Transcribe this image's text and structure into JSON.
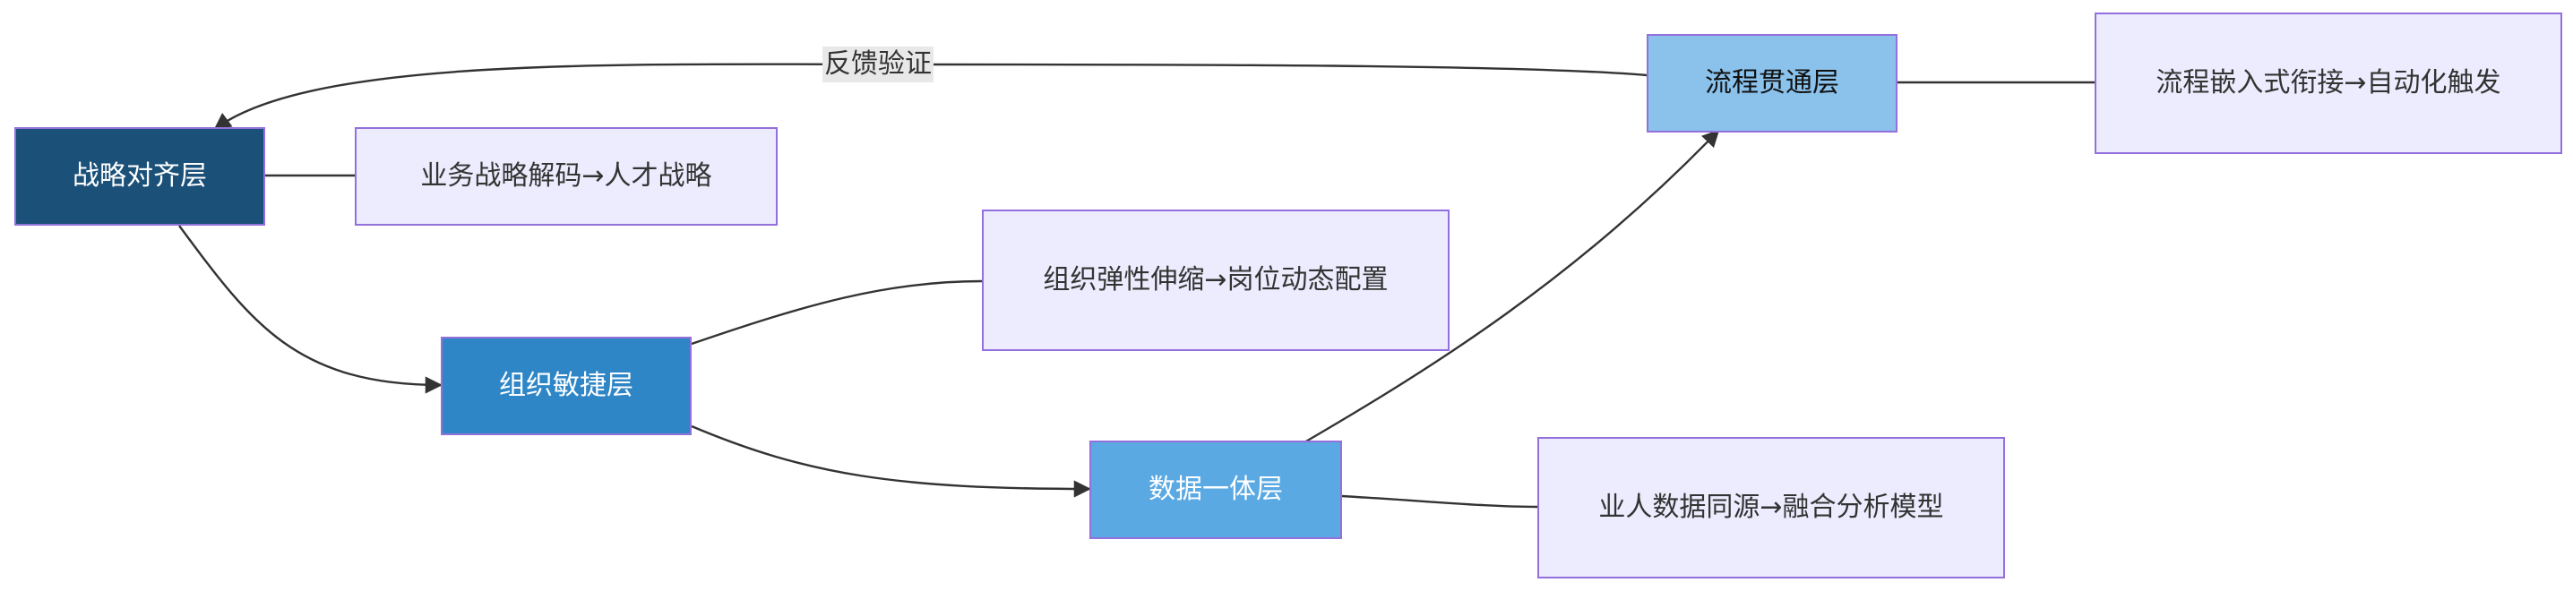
{
  "nodes": {
    "strategy": {
      "label": "战略对齐层",
      "fill": "#1b5079"
    },
    "strategy_desc": {
      "label": "业务战略解码→人才战略"
    },
    "org": {
      "label": "组织敏捷层",
      "fill": "#2f86c6"
    },
    "org_desc": {
      "label": "组织弹性伸缩→岗位动态配置"
    },
    "data": {
      "label": "数据一体层",
      "fill": "#5aa9e3"
    },
    "data_desc": {
      "label": "业人数据同源→融合分析模型"
    },
    "process": {
      "label": "流程贯通层",
      "fill": "#8ac2ec"
    },
    "process_desc": {
      "label": "流程嵌入式衔接→自动化触发"
    }
  },
  "edges": {
    "feedback_label": "反馈验证"
  },
  "colors": {
    "desc_fill": "#ececfe",
    "border": "#9370db",
    "edge": "#333333"
  }
}
